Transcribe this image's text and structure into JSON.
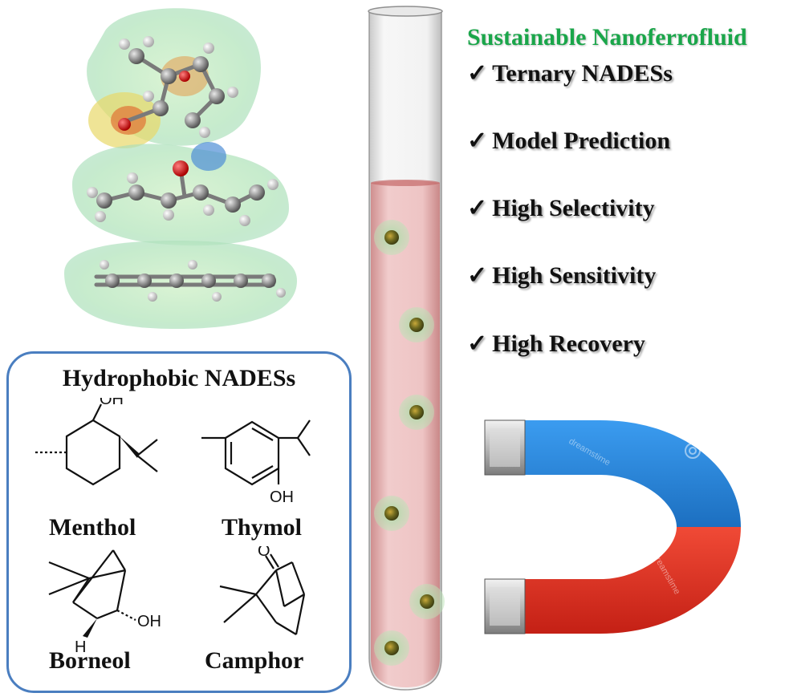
{
  "title": "Sustainable Nanoferrofluid",
  "features": [
    "Ternary NADESs",
    "Model Prediction",
    "High Selectivity",
    "High Sensitivity",
    "High Recovery"
  ],
  "check_symbol": "✓",
  "nades_box": {
    "title": "Hydrophobic NADESs",
    "molecules": [
      "Menthol",
      "Thymol",
      "Borneol",
      "Camphor"
    ],
    "atom_labels": {
      "menthol_oh": "OH",
      "thymol_oh": "OH",
      "borneol_oh": "OH",
      "borneol_h": "H",
      "camphor_o": "O"
    }
  },
  "magnet": {
    "watermark": "dreamstime",
    "pole_colors": {
      "top": "#2f86d8",
      "bottom": "#e23a2a"
    }
  },
  "colors": {
    "title_green": "#1aa64a",
    "box_border": "#4a7ec0",
    "fluid": "#e7b4b4"
  }
}
